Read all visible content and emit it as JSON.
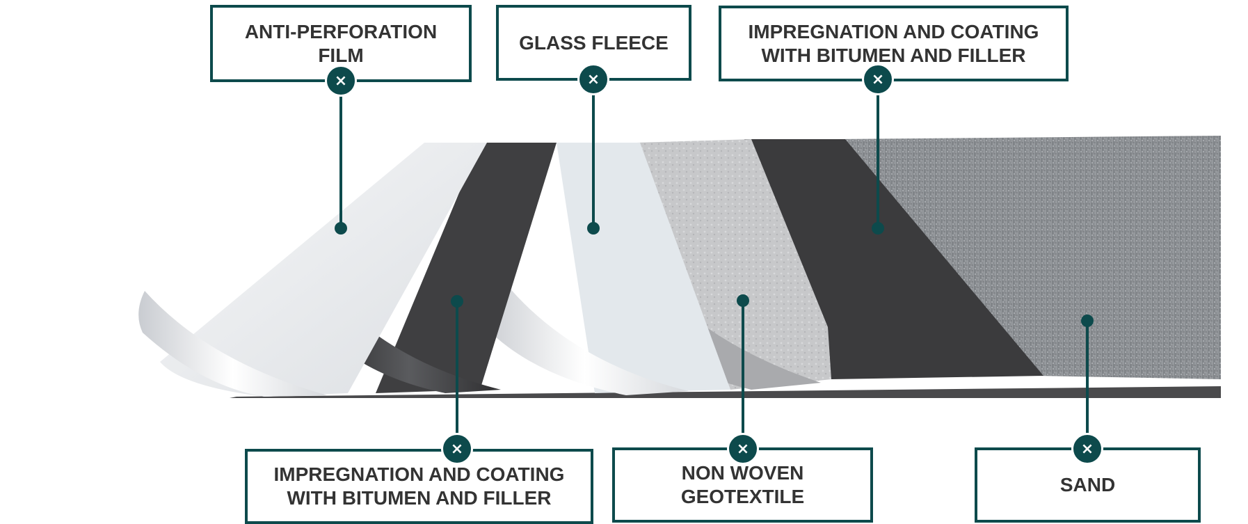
{
  "colors": {
    "accent": "#0d4a4c",
    "text": "#333333",
    "film": "#e9ebee",
    "bitumen": "#3d3d3f",
    "glass_fleece": "#dfe4e8",
    "geotextile": "#c6c7c8",
    "sand": "#8a8d90"
  },
  "layers": [
    {
      "id": "anti-perforation-film",
      "line1": "ANTI-PERFORATION",
      "line2": "FILM"
    },
    {
      "id": "impregnation-1",
      "line1": "IMPREGNATION AND COATING",
      "line2": "WITH BITUMEN AND FILLER"
    },
    {
      "id": "glass-fleece",
      "line1": "GLASS FLEECE",
      "line2": ""
    },
    {
      "id": "non-woven-geotextile",
      "line1": "NON WOVEN",
      "line2": "GEOTEXTILE"
    },
    {
      "id": "impregnation-2",
      "line1": "IMPREGNATION AND COATING",
      "line2": "WITH BITUMEN AND FILLER"
    },
    {
      "id": "sand",
      "line1": "SAND",
      "line2": ""
    }
  ],
  "close_glyph": "×"
}
